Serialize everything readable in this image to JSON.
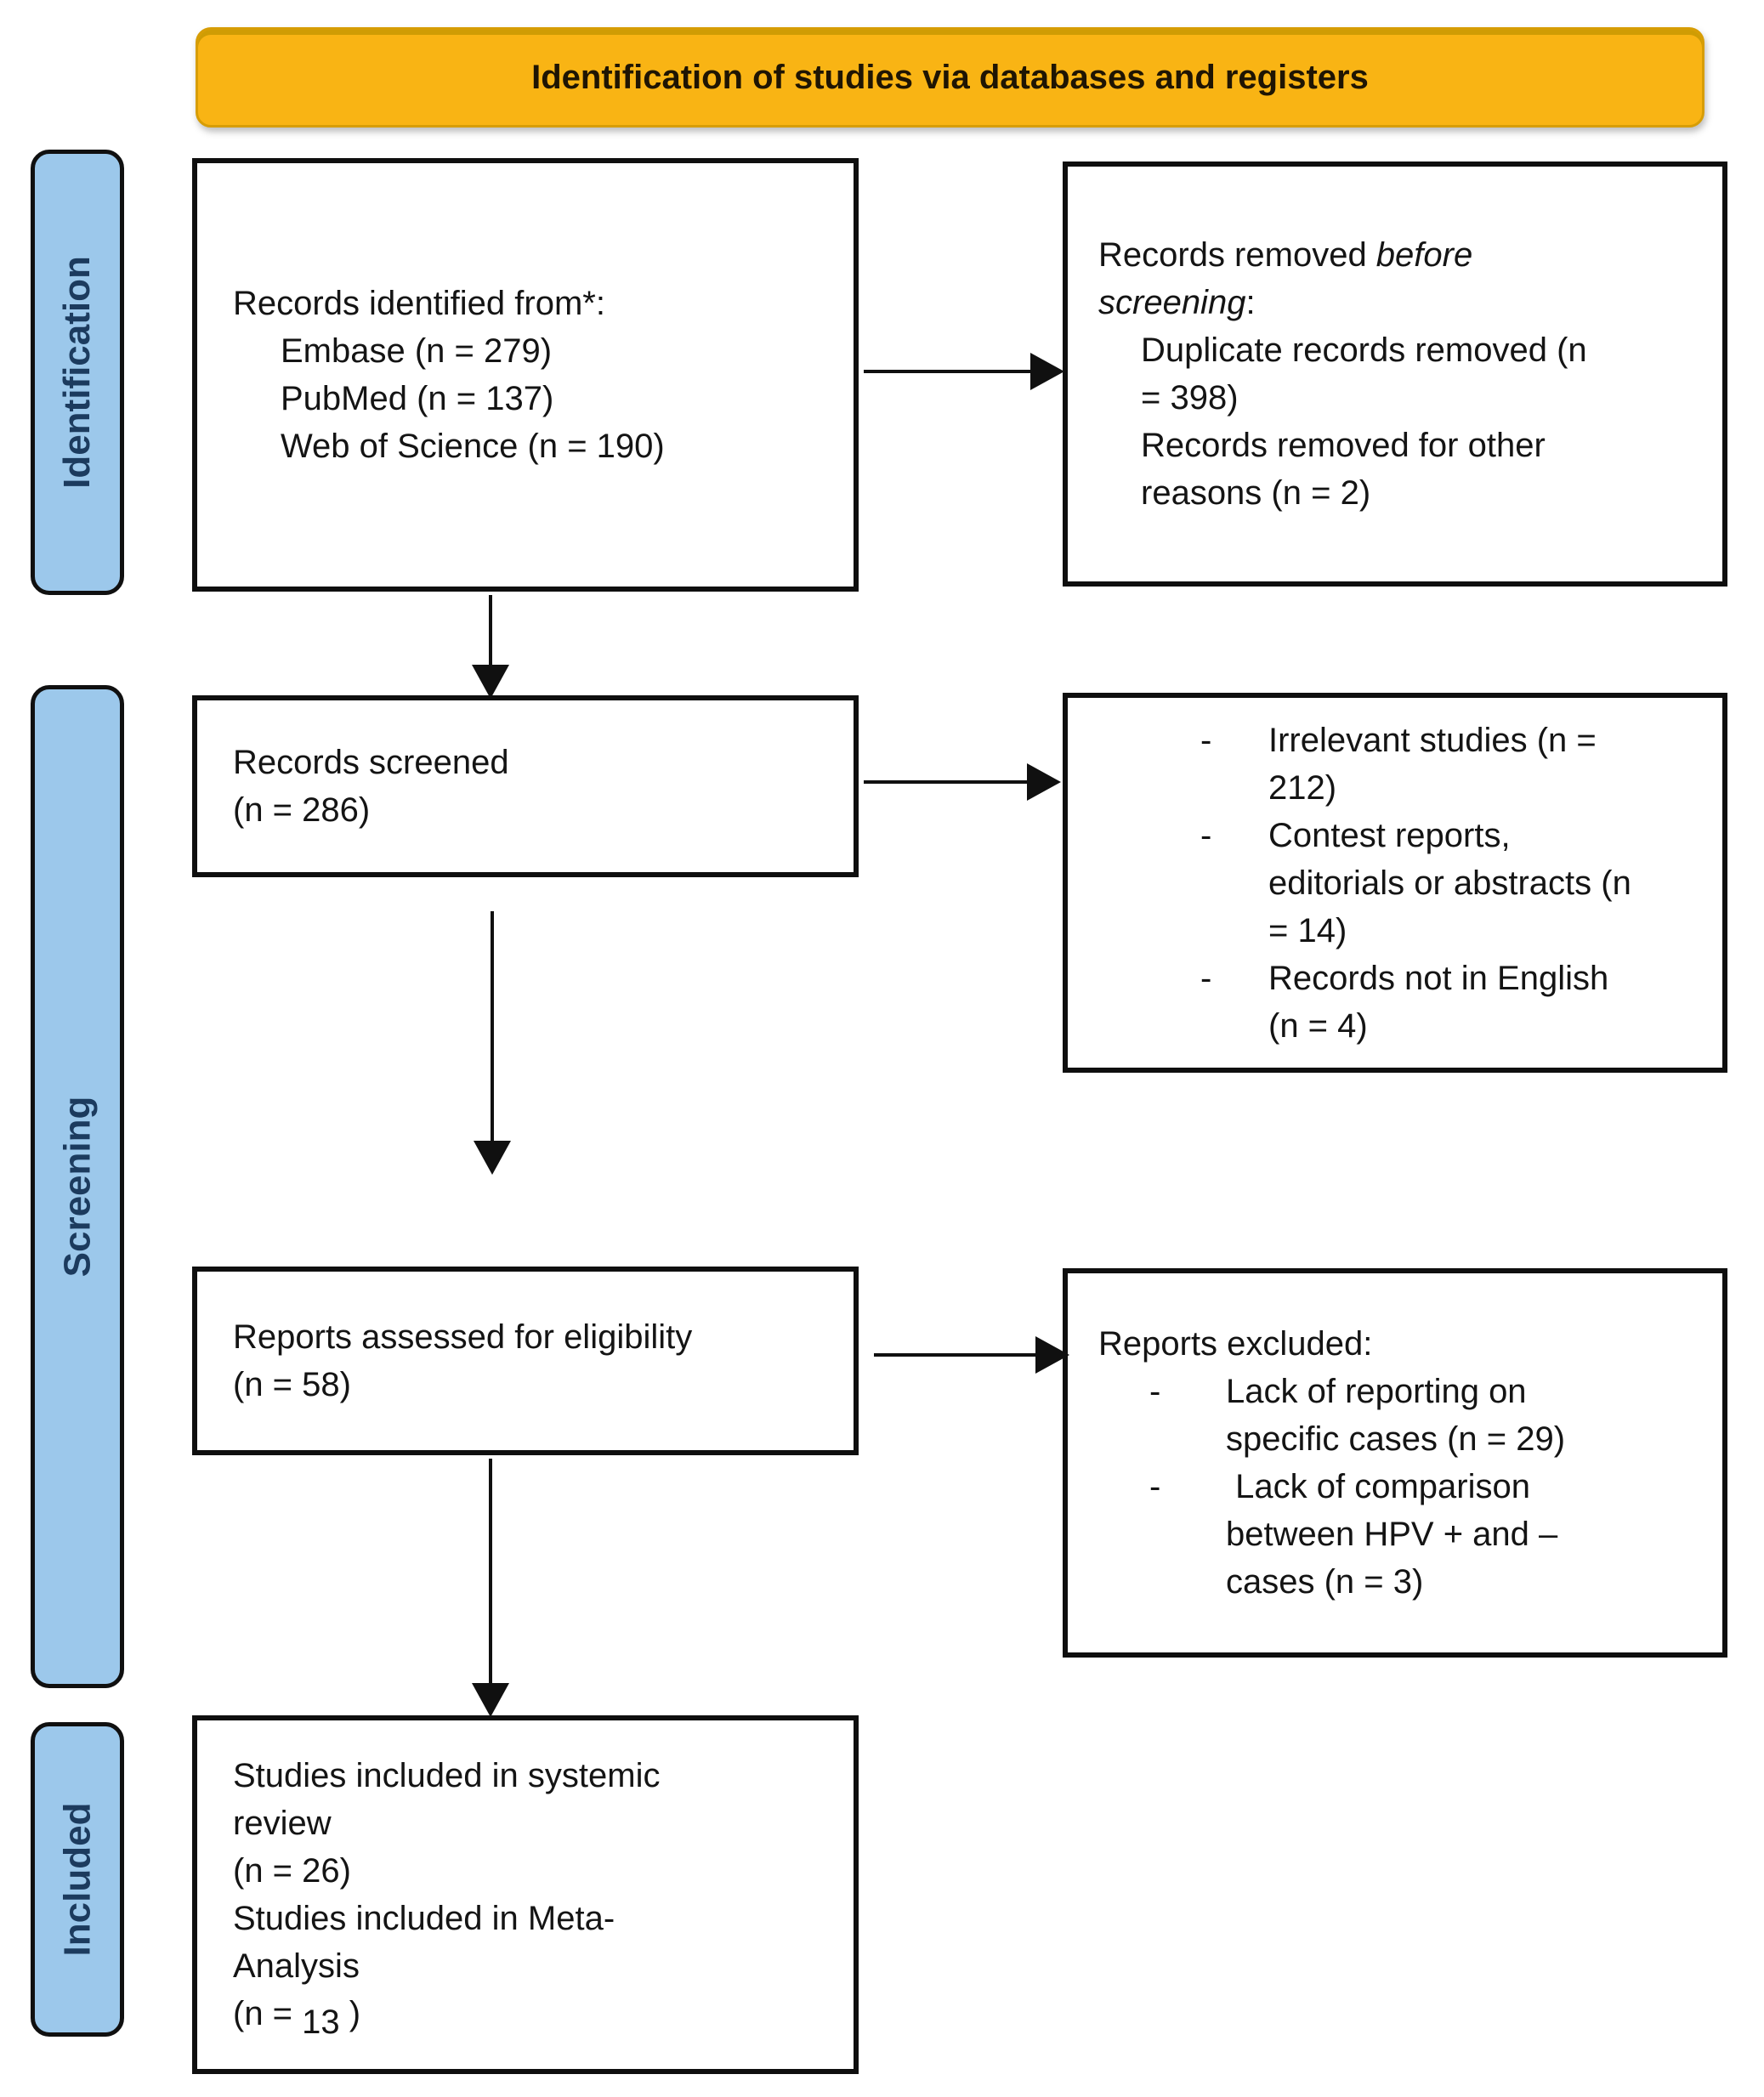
{
  "bullet_char": "-",
  "header": {
    "title": "Identification of studies via databases and registers"
  },
  "sidebar": {
    "items": [
      {
        "label": "Identification"
      },
      {
        "label": "Screening"
      },
      {
        "label": "Included"
      }
    ]
  },
  "boxes": {
    "records_identified": {
      "title": "Records identified from*:",
      "items": [
        "Embase (n = 279)",
        "PubMed (n = 137)",
        "Web of Science (n = 190)"
      ]
    },
    "records_removed": {
      "title_prefix": "Records removed ",
      "title_italic": "before screening",
      "title_suffix": ":",
      "items": [
        "Duplicate records removed (n = 398)",
        "Records removed for other reasons (n = 2)"
      ]
    },
    "records_screened": {
      "lines": [
        "Records screened",
        "(n = 286)"
      ]
    },
    "screening_excluded": {
      "items": [
        "Irrelevant studies (n = 212)",
        "Contest reports, editorials or abstracts (n = 14)",
        "Records not in English (n = 4)"
      ]
    },
    "reports_assessed": {
      "lines": [
        "Reports assessed for eligibility",
        "(n = 58)"
      ]
    },
    "reports_excluded": {
      "title": "Reports excluded:",
      "items": [
        "Lack of reporting on specific cases (n = 29)",
        " Lack of comparison between HPV + and – cases (n = 3)"
      ]
    },
    "studies_included": {
      "lines": [
        "Studies included in systemic",
        "review",
        "(n = 26)",
        "Studies included in Meta-",
        "Analysis"
      ],
      "last_line": {
        "prefix": "(n = ",
        "value": "13",
        "suffix": ")"
      }
    }
  },
  "colors": {
    "banner_bg": "#F9B414",
    "banner_border": "#D79D05",
    "stage_bg": "#9CC8EB",
    "box_border": "#0f0f0f",
    "arrow": "#101010"
  }
}
